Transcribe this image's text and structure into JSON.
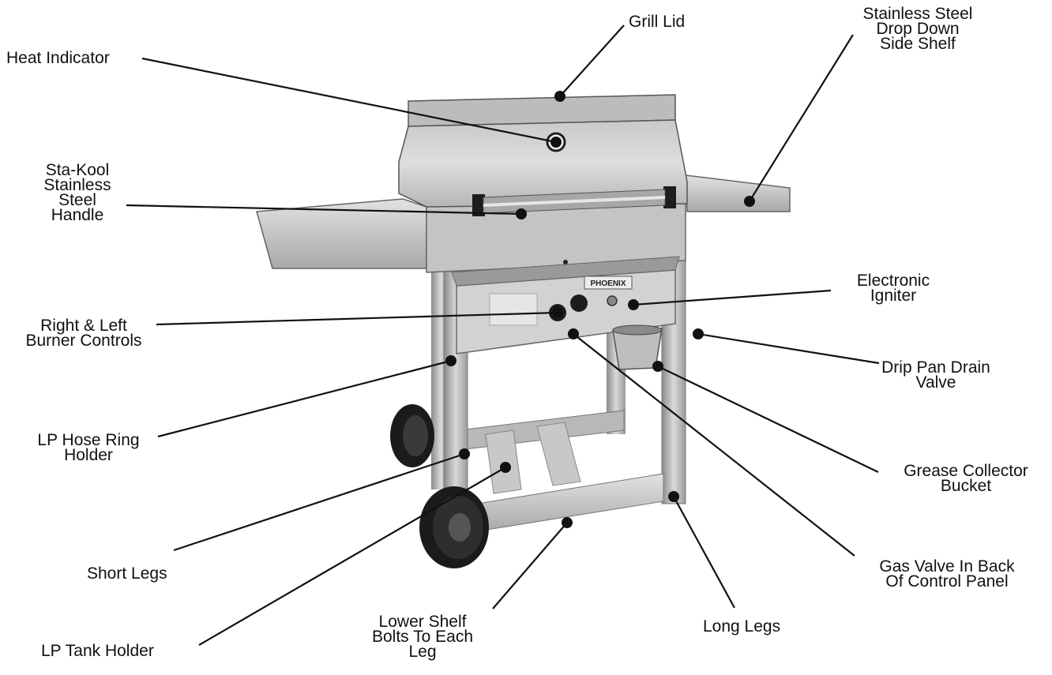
{
  "callouts": [
    {
      "id": "grill-lid",
      "text": "Grill Lid"
    },
    {
      "id": "heat-indicator",
      "text": "Heat Indicator"
    },
    {
      "id": "side-shelf",
      "text": "Stainless Steel\nDrop Down\nSide Shelf"
    },
    {
      "id": "handle",
      "text": "Sta-Kool\nStainless\nSteel\nHandle"
    },
    {
      "id": "igniter",
      "text": "Electronic\nIgniter"
    },
    {
      "id": "burner-controls",
      "text": "Right & Left\nBurner Controls"
    },
    {
      "id": "drain-valve",
      "text": "Drip Pan Drain\nValve"
    },
    {
      "id": "hose-ring",
      "text": "LP Hose Ring\nHolder"
    },
    {
      "id": "grease-bucket",
      "text": "Grease Collector\nBucket"
    },
    {
      "id": "short-legs",
      "text": "Short Legs"
    },
    {
      "id": "gas-valve",
      "text": "Gas Valve In Back\nOf Control Panel"
    },
    {
      "id": "long-legs",
      "text": "Long Legs"
    },
    {
      "id": "lower-shelf",
      "text": "Lower Shelf\nBolts To Each\nLeg"
    },
    {
      "id": "tank-holder",
      "text": "LP Tank Holder"
    }
  ],
  "brand_plate": "PHOENIX",
  "colors": {
    "line": "#111111",
    "steel_light": "#d6d6d6",
    "steel_mid": "#a9a9a9",
    "steel_dark": "#6e6e6e",
    "tire": "#1b1b1b"
  }
}
